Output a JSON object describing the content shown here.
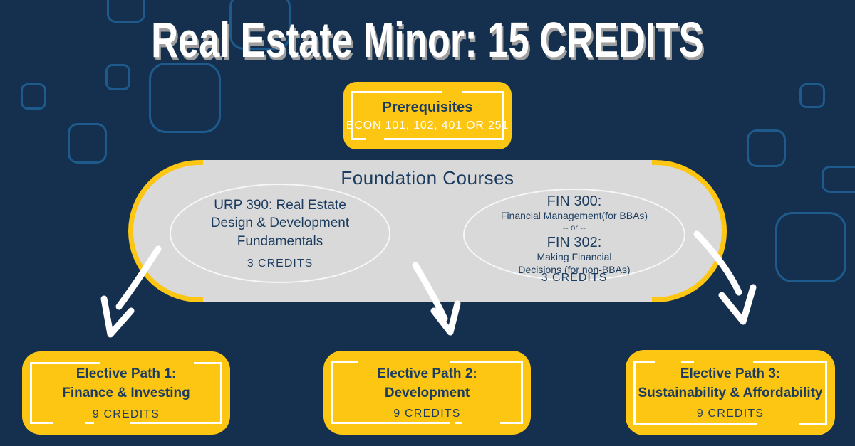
{
  "title": "Real Estate Minor: 15 CREDITS",
  "prerequisites": {
    "heading": "Prerequisites",
    "courses": "ECON 101, 102, 401 OR 251"
  },
  "foundation": {
    "heading": "Foundation Courses",
    "urp_course": {
      "lines": [
        "URP 390: Real Estate",
        "Design & Development",
        "Fundamentals"
      ],
      "credits": "3 CREDITS"
    },
    "fin_course": {
      "option1_code": "FIN 300:",
      "option1_desc": "Financial Management(for BBAs)",
      "separator": "-- or --",
      "option2_code": "FIN 302:",
      "option2_desc_line1": "Making Financial",
      "option2_desc_line2": "Decisions (for non-BBAs)",
      "credits": "3 CREDITS"
    }
  },
  "elective_paths": [
    {
      "title": "Elective Path 1:",
      "subtitle": "Finance & Investing",
      "credits": "9 CREDITS"
    },
    {
      "title": "Elective Path 2:",
      "subtitle": "Development",
      "credits": "9 CREDITS"
    },
    {
      "title": "Elective Path 3:",
      "subtitle": "Sustainability & Affordability",
      "credits": "9 CREDITS"
    }
  ],
  "colors": {
    "background_navy": "#14304E",
    "accent_yellow": "#FCC613",
    "panel_gray": "#D9D9D9",
    "text_navy": "#1C3C5F",
    "square_outline_blue": "#1E5A8C",
    "arrow_white": "#FFFFFF"
  }
}
